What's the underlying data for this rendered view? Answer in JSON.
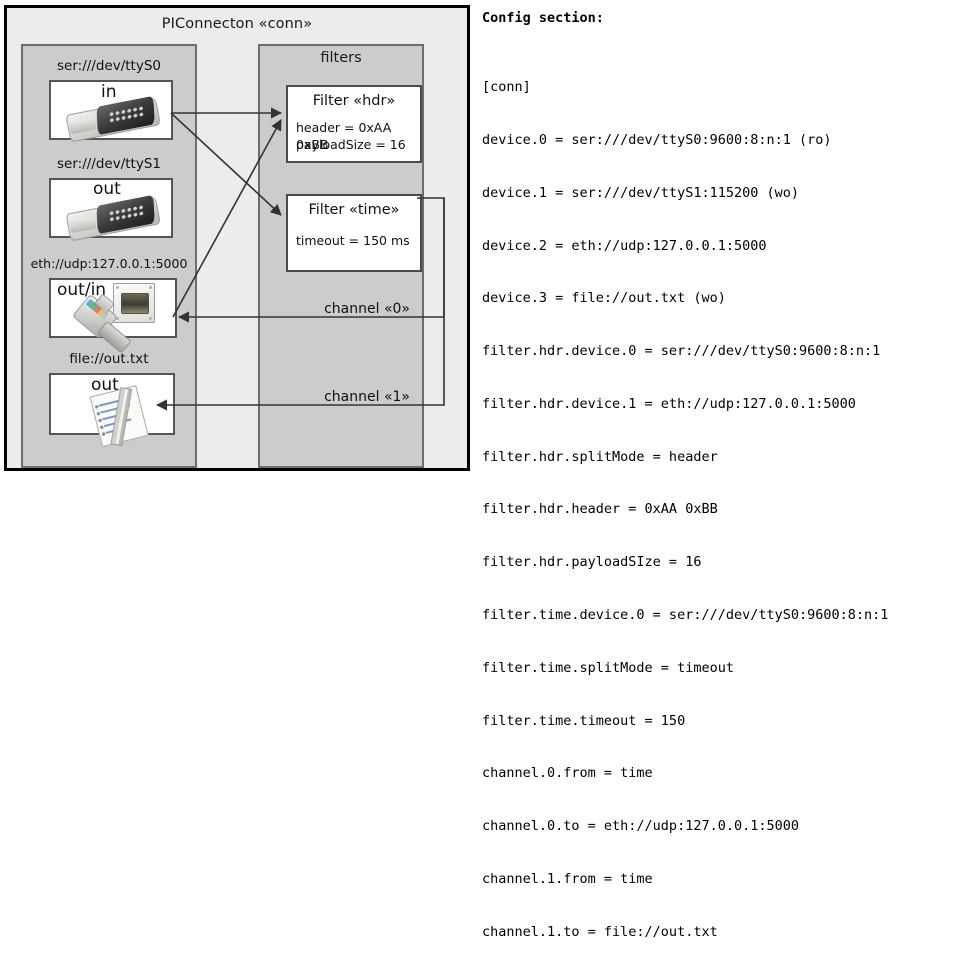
{
  "diagram": {
    "title": "PIConnecton «conn»",
    "devices_panel": {
      "groups": [
        {
          "label": "ser:///dev/ttyS0",
          "io": "in",
          "icon": "serial-port-icon"
        },
        {
          "label": "ser:///dev/ttyS1",
          "io": "out",
          "icon": "serial-port-icon"
        },
        {
          "label": "eth://udp:127.0.0.1:5000",
          "io": "out/in",
          "icon": "ethernet-icon"
        },
        {
          "label": "file://out.txt",
          "io": "out",
          "icon": "text-file-icon"
        }
      ]
    },
    "filters_panel": {
      "title": "filters",
      "filters": [
        {
          "title": "Filter «hdr»",
          "props": [
            "header = 0xAA 0xBB",
            "payloadSize = 16"
          ]
        },
        {
          "title": "Filter «time»",
          "props": [
            "timeout = 150 ms"
          ]
        }
      ],
      "channels": [
        {
          "label": "channel «0»"
        },
        {
          "label": "channel «1»"
        }
      ]
    },
    "colors": {
      "outer_border": "#000000",
      "outer_fill": "#ececec",
      "panel_fill": "#cccccc",
      "panel_border": "#6d6d6d",
      "box_fill": "#ffffff",
      "box_border": "#555555",
      "connector": "#333333"
    }
  },
  "config": {
    "heading": "Config section:",
    "lines": [
      "[conn]",
      "device.0 = ser:///dev/ttyS0:9600:8:n:1 (ro)",
      "device.1 = ser:///dev/ttyS1:115200 (wo)",
      "device.2 = eth://udp:127.0.0.1:5000",
      "device.3 = file://out.txt (wo)",
      "filter.hdr.device.0 = ser:///dev/ttyS0:9600:8:n:1",
      "filter.hdr.device.1 = eth://udp:127.0.0.1:5000",
      "filter.hdr.splitMode = header",
      "filter.hdr.header = 0xAA 0xBB",
      "filter.hdr.payloadSIze = 16",
      "filter.time.device.0 = ser:///dev/ttyS0:9600:8:n:1",
      "filter.time.splitMode = timeout",
      "filter.time.timeout = 150",
      "channel.0.from = time",
      "channel.0.to = eth://udp:127.0.0.1:5000",
      "channel.1.from = time",
      "channel.1.to = file://out.txt"
    ]
  }
}
